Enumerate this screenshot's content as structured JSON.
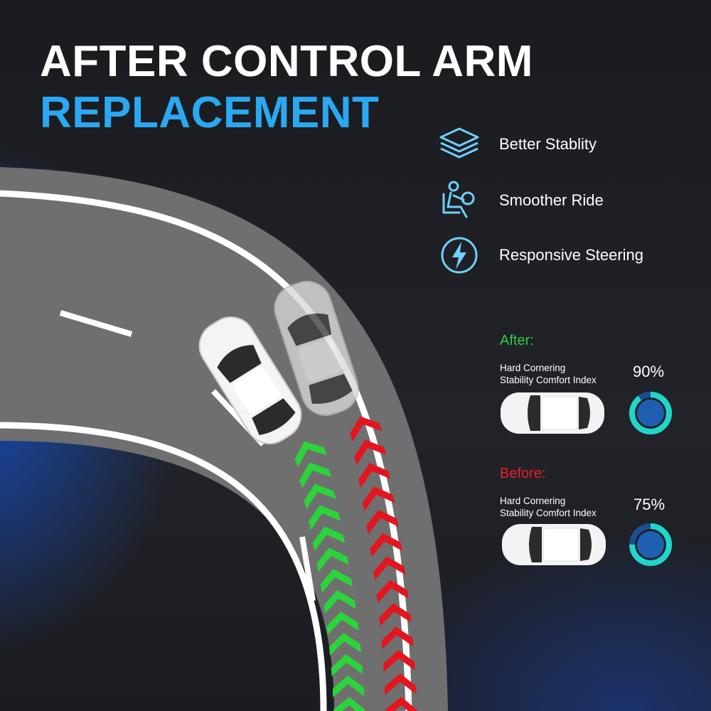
{
  "title": {
    "line1": "AFTER CONTROL ARM",
    "line2": "REPLACEMENT"
  },
  "features": [
    {
      "icon": "layers-icon",
      "label": "Better Stablity"
    },
    {
      "icon": "driver-seat-icon",
      "label": "Smoother Ride"
    },
    {
      "icon": "lightning-bolt-icon",
      "label": "Responsive Steering"
    }
  ],
  "after": {
    "heading": "After:",
    "description_line1": "Hard Cornering",
    "description_line2": "Stability Comfort Index",
    "percent_text": "90%",
    "value": 90
  },
  "before": {
    "heading": "Before:",
    "description_line1": "Hard Cornering",
    "description_line2": "Stability Comfort Index",
    "percent_text": "75%",
    "value": 75
  },
  "colors": {
    "accent_blue": "#2aa8f2",
    "after_green": "#2ecc40",
    "before_red": "#e8202a",
    "road": "#6e6e6e",
    "gauge_teal": "#1fd6c9"
  }
}
